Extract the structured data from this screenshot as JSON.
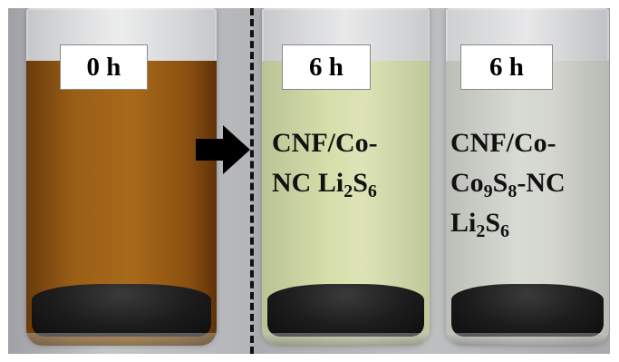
{
  "figure": {
    "vials": [
      {
        "time_label": "0 h",
        "solution_color": "#9a5e16",
        "sample_lines": []
      },
      {
        "time_label": "6 h",
        "solution_color": "#d6deaa",
        "sample_lines": [
          [
            {
              "t": "CNF/Co-"
            }
          ],
          [
            {
              "t": "NC Li"
            },
            {
              "t": "2",
              "sub": true
            },
            {
              "t": "S"
            },
            {
              "t": "6",
              "sub": true
            }
          ]
        ]
      },
      {
        "time_label": "6 h",
        "solution_color": "#d8dbd4",
        "sample_lines": [
          [
            {
              "t": "CNF/Co-"
            }
          ],
          [
            {
              "t": "Co"
            },
            {
              "t": "9",
              "sub": true
            },
            {
              "t": "S"
            },
            {
              "t": "8",
              "sub": true
            },
            {
              "t": "-NC"
            }
          ],
          [
            {
              "t": "Li"
            },
            {
              "t": "2",
              "sub": true
            },
            {
              "t": "S"
            },
            {
              "t": "6",
              "sub": true
            }
          ]
        ]
      }
    ],
    "arrow_icon": "right-arrow-icon",
    "divider": "dashed-divider"
  }
}
